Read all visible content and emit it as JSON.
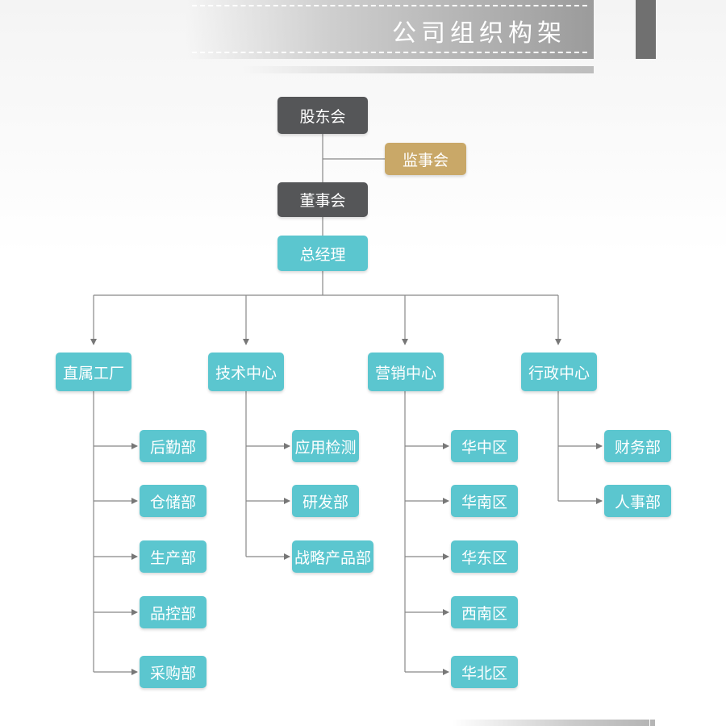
{
  "header": {
    "title": "公司组织构架"
  },
  "colors": {
    "dark": "#555658",
    "gold": "#c9a868",
    "teal": "#5bc6cf",
    "line": "#777777"
  },
  "org": {
    "shareholders": "股东会",
    "supervisors": "监事会",
    "board": "董事会",
    "gm": "总经理",
    "divisions": [
      {
        "name": "直属工厂",
        "departments": [
          "后勤部",
          "仓储部",
          "生产部",
          "品控部",
          "采购部"
        ]
      },
      {
        "name": "技术中心",
        "departments": [
          "应用检测",
          "研发部",
          "战略产品部"
        ]
      },
      {
        "name": "营销中心",
        "departments": [
          "华中区",
          "华南区",
          "华东区",
          "西南区",
          "华北区"
        ]
      },
      {
        "name": "行政中心",
        "departments": [
          "财务部",
          "人事部"
        ]
      }
    ]
  }
}
